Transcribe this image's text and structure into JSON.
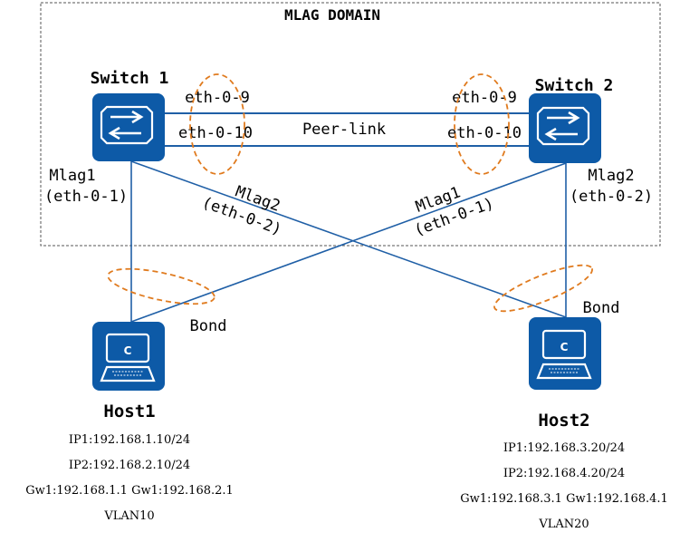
{
  "domain_title": "MLAG DOMAIN",
  "colors": {
    "device_fill": "#0d5aa7",
    "link": "#1f5fa6",
    "bond_ring": "#e07b1f",
    "domain_border": "#555555"
  },
  "switch1": {
    "name": "Switch 1",
    "icon": "switch-icon",
    "port_top": "eth-0-9",
    "port_bottom": "eth-0-10",
    "mlag_name": "Mlag1",
    "mlag_port": "(eth-0-1)"
  },
  "switch2": {
    "name": "Switch 2",
    "icon": "switch-icon",
    "port_top": "eth-0-9",
    "port_bottom": "eth-0-10",
    "mlag_name": "Mlag2",
    "mlag_port": "(eth-0-2)"
  },
  "peer_link": "Peer-link",
  "cross_links": {
    "left": {
      "name": "Mlag2",
      "port": "(eth-0-2)"
    },
    "right": {
      "name": "Mlag1",
      "port": "(eth-0-1)"
    }
  },
  "host1": {
    "name": "Host1",
    "icon": "laptop-icon",
    "icon_letter": "C",
    "bond": "Bond",
    "ip1": "IP1:192.168.1.10/24",
    "ip2": "IP2:192.168.2.10/24",
    "gateways": "Gw1:192.168.1.1 Gw1:192.168.2.1",
    "vlan": "VLAN10"
  },
  "host2": {
    "name": "Host2",
    "icon": "laptop-icon",
    "icon_letter": "C",
    "bond": "Bond",
    "ip1": "IP1:192.168.3.20/24",
    "ip2": "IP2:192.168.4.20/24",
    "gateways": "Gw1:192.168.3.1 Gw1:192.168.4.1",
    "vlan": "VLAN20"
  }
}
